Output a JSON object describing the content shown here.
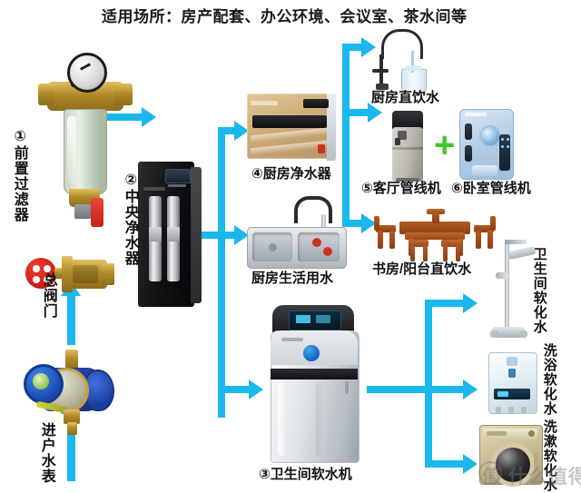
{
  "diagram": {
    "title": "适用场所：房产配套、办公环境、会议室、茶水间等",
    "accent_color": "#1ab8ec",
    "background_color": "#ffffff",
    "plus_color": "#43c52a",
    "watermark": "值 什么值得买"
  },
  "nodes": {
    "water_meter": {
      "label": "进户水表",
      "orientation": "vertical"
    },
    "main_valve": {
      "label": "总阀门",
      "orientation": "vertical"
    },
    "prefilter": {
      "label": "①前置过滤器",
      "orientation": "vertical",
      "index": "①"
    },
    "central_purifier": {
      "label": "②中央净水器",
      "orientation": "vertical",
      "index": "②"
    },
    "kitchen_purifier": {
      "label": "④厨房净水器",
      "orientation": "horizontal",
      "index": "④"
    },
    "kitchen_tap_water": {
      "label": "厨房生活用水",
      "orientation": "horizontal"
    },
    "kitchen_direct_drinking": {
      "label": "厨房直饮水",
      "orientation": "horizontal"
    },
    "living_room_dispenser": {
      "label": "⑤客厅管线机",
      "orientation": "horizontal",
      "index": "⑤"
    },
    "bedroom_dispenser": {
      "label": "⑥卧室管线机",
      "orientation": "horizontal",
      "index": "⑥"
    },
    "study_balcony_drinking": {
      "label": "书房/阳台直饮水",
      "orientation": "horizontal"
    },
    "bathroom_softener": {
      "label": "③卫生间软水机",
      "orientation": "horizontal",
      "index": "③"
    },
    "bathroom_soft_water": {
      "label": "卫生间软化水",
      "orientation": "vertical"
    },
    "bathing_soft_water": {
      "label": "洗浴软化水",
      "orientation": "vertical"
    },
    "washing_soft_water": {
      "label": "洗漱软化水",
      "orientation": "vertical"
    }
  },
  "plus_sign": "+"
}
